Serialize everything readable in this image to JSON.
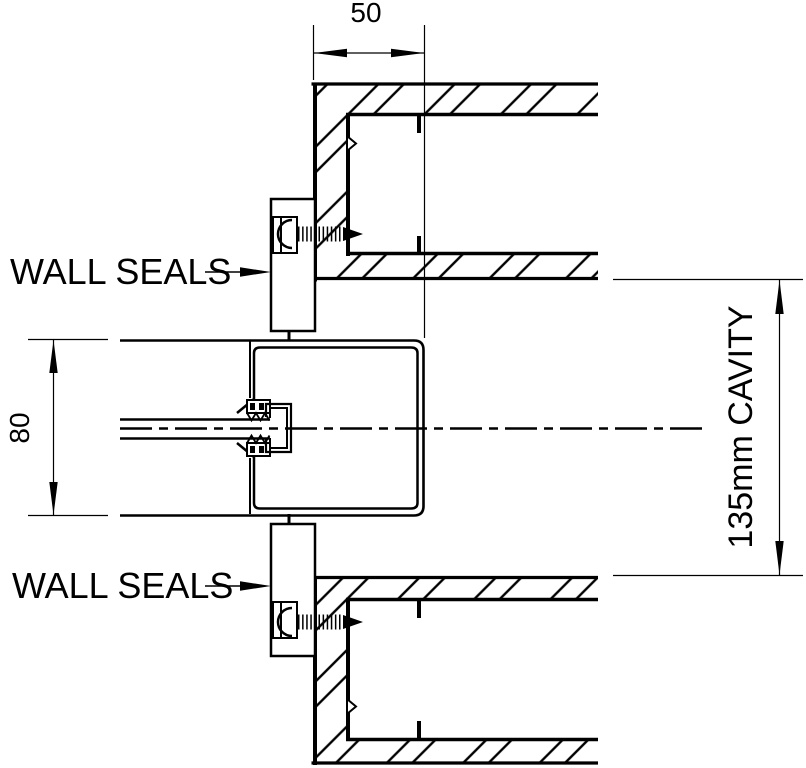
{
  "drawing": {
    "labels": {
      "wall_seals_top": "WALL SEALS",
      "wall_seals_bottom": "WALL SEALS"
    },
    "dimensions": {
      "opening_width": "50",
      "track_width": "80",
      "cavity_depth": "135mm CAVITY"
    },
    "colors": {
      "line": "#000000",
      "background": "#ffffff"
    }
  }
}
